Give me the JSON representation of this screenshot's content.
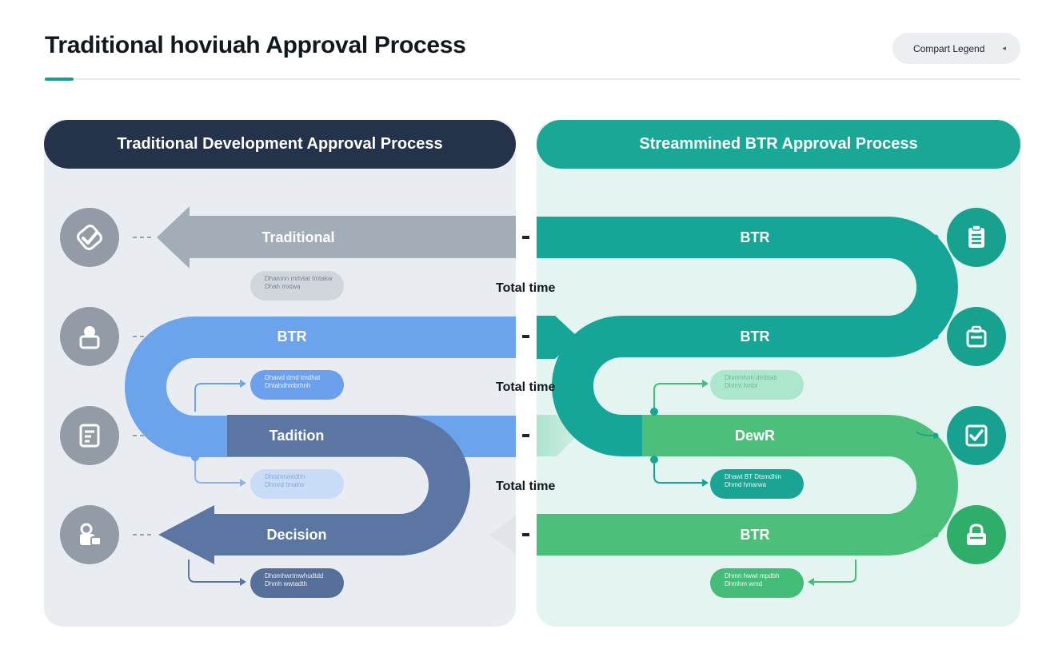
{
  "header": {
    "title": "Traditional hoviuah Approval Process",
    "legend_button": "Compart Legend"
  },
  "left_panel": {
    "title": "Traditional Development Approval Process",
    "bands": [
      "Traditional",
      "BTR",
      "Tadition",
      "Decision"
    ],
    "icons": [
      "check-icon",
      "user-icon",
      "document-icon",
      "lock-user-icon"
    ],
    "pills": [
      [
        "Dhamnn mrtvtat tmtakw",
        "Dhah mxtwa"
      ],
      [
        "Dhawd dmd tmdhat",
        "Dhtahdhmbrhnh"
      ],
      [
        "Dhtahmmtdhh",
        "Dhmrd tmakw"
      ],
      [
        "Dhomhwrtmwhudtdd",
        "Dhmh wwtadth"
      ]
    ]
  },
  "right_panel": {
    "title": "Streammined BTR Approval Process",
    "bands": [
      "BTR",
      "BTR",
      "DewR",
      "BTR"
    ],
    "icons": [
      "clipboard-icon",
      "briefcase-icon",
      "checkbox-icon",
      "lock-icon"
    ],
    "pills": [
      [
        "Dhmmhnh dmbtab",
        "Dhtmt hmbt"
      ],
      [
        "Dhawt BT Dtsmdhin",
        "Dhmd hmarwa"
      ],
      [
        "Dhmn hwwt mpdbh",
        "Dhmhm wmd"
      ]
    ]
  },
  "center": {
    "total_time_labels": [
      "Total time",
      "Total time",
      "Total time"
    ]
  },
  "colors": {
    "left_header": "#243349",
    "right_header": "#1aa796",
    "traditional_gray": "#a3adb7",
    "btr_blue": "#68a2ee",
    "navy": "#5c76a3",
    "teal": "#16a697",
    "green": "#4cbf7a"
  }
}
